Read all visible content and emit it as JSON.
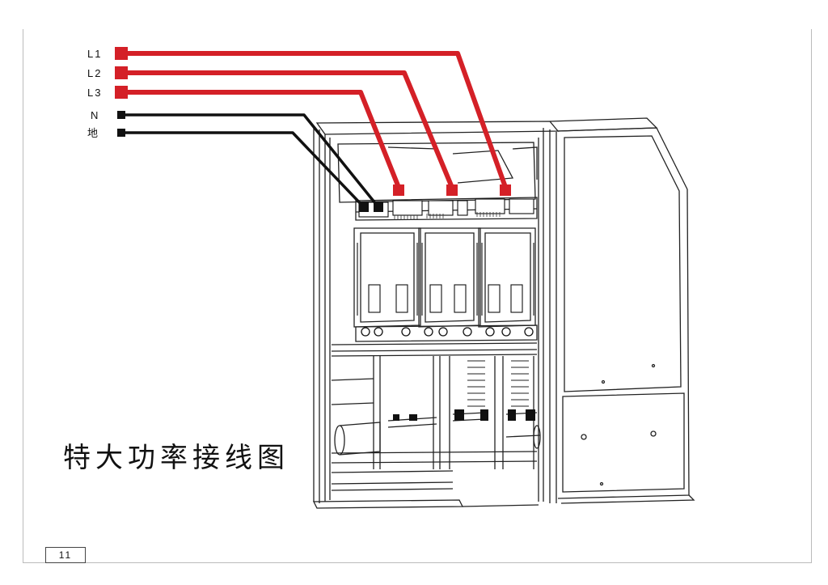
{
  "terminals": [
    {
      "id": "l1",
      "label": "L1",
      "color": "#d42027"
    },
    {
      "id": "l2",
      "label": "L2",
      "color": "#d42027"
    },
    {
      "id": "l3",
      "label": "L3",
      "color": "#d42027"
    },
    {
      "id": "n",
      "label": "N",
      "color": "#111111"
    },
    {
      "id": "ground",
      "label": "地",
      "color": "#111111"
    }
  ],
  "title": "特大功率接线图",
  "page_number": "11"
}
